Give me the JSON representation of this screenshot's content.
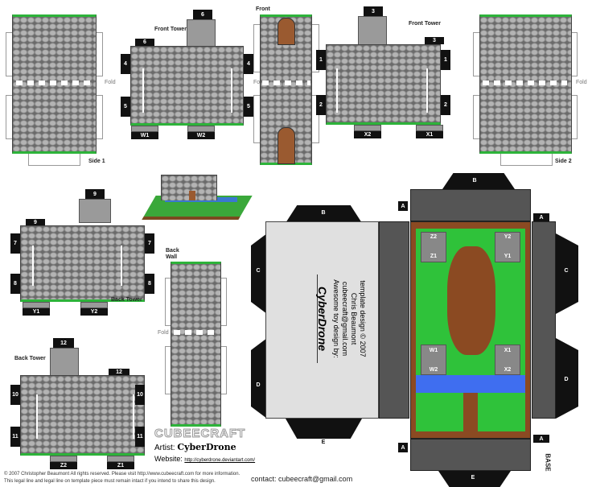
{
  "labels": {
    "side1": "Side 1",
    "side2": "Side 2",
    "front": "Front",
    "front_tower": "Front Tower",
    "back_tower": "Back Tower",
    "back_wall": "Back Wall",
    "fold": "Fold",
    "base": "BASE"
  },
  "tabs": {
    "t6": "6",
    "t3": "3",
    "t9": "9",
    "t12": "12",
    "n4": "4",
    "n5": "5",
    "n1": "1",
    "n2": "2",
    "n7": "7",
    "n8": "8",
    "n10": "10",
    "n11": "11",
    "w1": "W1",
    "w2": "W2",
    "x1": "X1",
    "x2": "X2",
    "y1": "Y1",
    "y2": "Y2",
    "z1": "Z1",
    "z2": "Z2",
    "a": "A",
    "b": "B",
    "c": "C",
    "d": "D",
    "e": "E"
  },
  "credits": {
    "logo": "CUBEECRAFT",
    "artist_label": "Artist:",
    "artist": "CyberDrone",
    "website_label": "Website:",
    "website": "http://cyberdrone.deviantart.com/",
    "copyright1": "© 2007 Christopher Beaumont All rights reserved. Please visit http://www.cubeecraft.com for more information.",
    "copyright2": "This legal line and legal line on template piece must remain intact if you intend to share this design.",
    "contact": "contact: cubeecraft@gmail.com"
  },
  "panel_text": {
    "l1": "template design © 2007",
    "l2": "Chris Beaumont",
    "l3": "cubeecraft@gmail.com",
    "l4": "Awesome toy design by:",
    "l5": "CyberDrone"
  }
}
